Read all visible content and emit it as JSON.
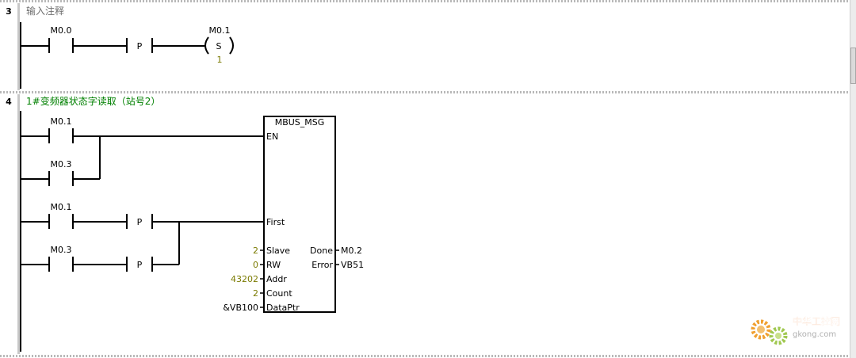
{
  "networks": [
    {
      "number": "3",
      "comment": "输入注释",
      "contact_1": "M0.0",
      "p_label": "P",
      "coil_operand": "M0.1",
      "coil_type": "S",
      "coil_count": "1"
    },
    {
      "number": "4",
      "comment": "1#变频器状态字读取（站号2）",
      "contact_en_a": "M0.1",
      "contact_en_b": "M0.3",
      "contact_first_a": "M0.1",
      "contact_first_b": "M0.3",
      "p_label": "P",
      "block": {
        "title": "MBUS_MSG",
        "en": "EN",
        "first": "First",
        "slave": "Slave",
        "rw": "RW",
        "addr": "Addr",
        "count": "Count",
        "dataptr": "DataPtr",
        "done": "Done",
        "error": "Error"
      },
      "values": {
        "slave": "2",
        "rw": "0",
        "addr": "43202",
        "count": "2",
        "dataptr": "&VB100",
        "done": "M0.2",
        "error": "VB51"
      }
    }
  ],
  "watermark": {
    "brand": "中华工控网",
    "url": "gkong.com"
  },
  "colors": {
    "comment_net3": "#6e6e6e",
    "comment_net4": "#008000",
    "constant": "#7a7a00",
    "wire": "#000000"
  }
}
